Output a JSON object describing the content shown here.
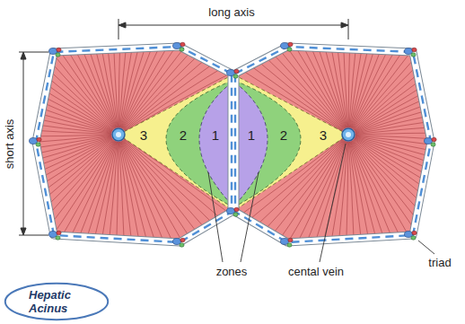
{
  "diagram": {
    "nodes": [
      {
        "text": [
          "Hepatic Acinus"
        ]
      }
    ],
    "labels": [
      "long axis",
      "short axis",
      "3",
      "2",
      "1",
      "1",
      "2",
      "3",
      "zones",
      "cental vein",
      "triad"
    ]
  }
}
